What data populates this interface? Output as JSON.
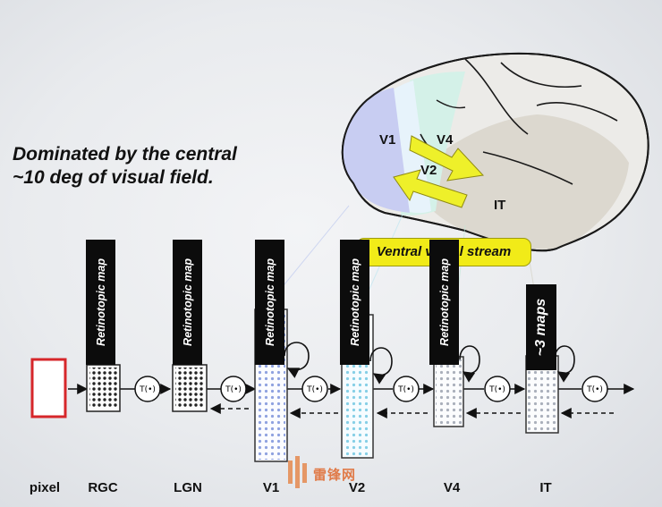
{
  "heading": {
    "line1": "Dominated by the central",
    "line2": "~10 deg of visual field."
  },
  "brain": {
    "labels": {
      "v1": "V1",
      "v2": "V2",
      "v4": "V4",
      "it": "IT"
    },
    "stream_label": "Ventral visual stream",
    "colors": {
      "v1": "#c7cdf2",
      "v2": "#e6f2fb",
      "v4": "#d4f1e8",
      "it": "#ddd9cf",
      "arrow": "#ecee24"
    }
  },
  "stages": [
    {
      "id": "pixel",
      "label": "pixel"
    },
    {
      "id": "rgc",
      "label": "RGC"
    },
    {
      "id": "lgn",
      "label": "LGN"
    },
    {
      "id": "v1",
      "label": "V1"
    },
    {
      "id": "v2",
      "label": "V2"
    },
    {
      "id": "v4",
      "label": "V4"
    },
    {
      "id": "it",
      "label": "IT"
    }
  ],
  "map_labels": {
    "retinotopic": "Retinotopic map",
    "it_maps": "~3 maps"
  },
  "transform_label": "T(•)",
  "watermark": "雷锋网"
}
